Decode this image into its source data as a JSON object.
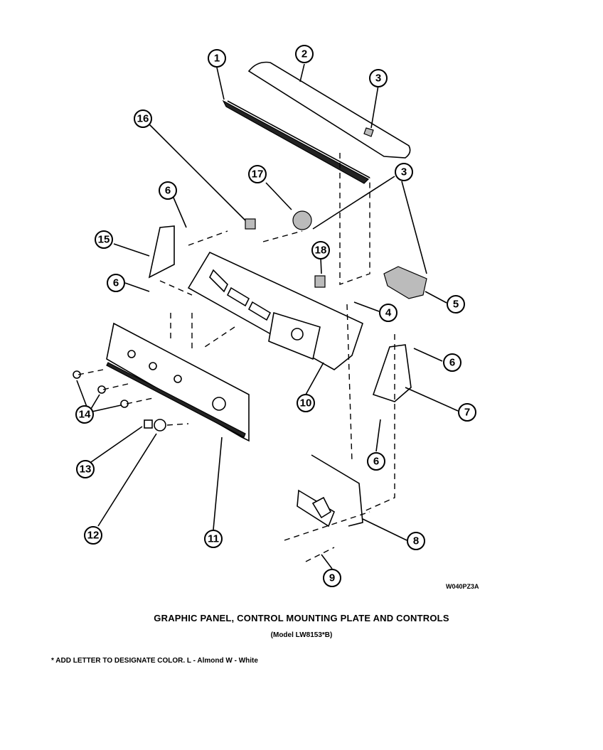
{
  "callouts": [
    "1",
    "2",
    "3",
    "3",
    "4",
    "5",
    "6",
    "6",
    "6",
    "6",
    "7",
    "8",
    "9",
    "10",
    "11",
    "12",
    "13",
    "14",
    "15",
    "16",
    "17",
    "18"
  ],
  "drawing_code": "W040PZ3A",
  "title": "GRAPHIC PANEL, CONTROL MOUNTING PLATE AND CONTROLS",
  "subtitle": "(Model LW8153*B)",
  "footnote": "* ADD LETTER TO DESIGNATE COLOR.  L - Almond  W - White"
}
